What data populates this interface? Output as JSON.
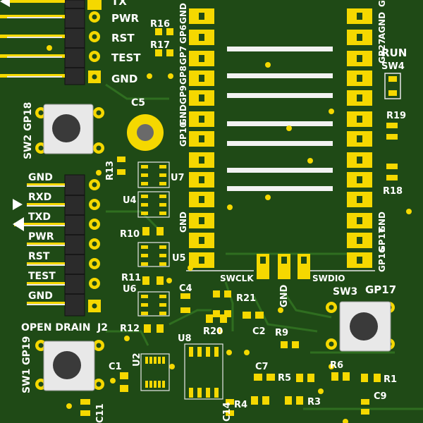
{
  "header_left": {
    "title_partial": "TX",
    "pins": [
      "PWR",
      "RST",
      "TEST",
      "GND"
    ]
  },
  "header_uart": {
    "pins": [
      "GND",
      "RXD",
      "TXD",
      "PWR",
      "RST",
      "TEST",
      "GND"
    ],
    "label": "J2",
    "open_drain_label": "OPEN DRAIN"
  },
  "switches": {
    "sw2": "SW2 GP18",
    "sw1": "SW1 GP19",
    "sw3": "SW3",
    "sw3_gpio": "GP17",
    "sw4": "SW4",
    "run": "RUN"
  },
  "pico_left_pins": [
    "GND",
    "GP6",
    "GP7",
    "GP8",
    "GP9",
    "GND",
    "GP10",
    "",
    "",
    "",
    "GND",
    "",
    ""
  ],
  "pico_right_pins": [
    "GND",
    "AGND",
    "GP27",
    "",
    "",
    "",
    "",
    "",
    "",
    "",
    "GND",
    "GP17",
    "GP16"
  ],
  "debug_header": {
    "swclk": "SWCLK",
    "gnd": "GND",
    "swdio": "SWDIO"
  },
  "components": {
    "R16": "R16",
    "R17": "R17",
    "C5": "C5",
    "R13": "R13",
    "U7": "U7",
    "U4": "U4",
    "R10": "R10",
    "U5": "U5",
    "R11": "R11",
    "U6": "U6",
    "C4": "C4",
    "R21": "R21",
    "R12": "R12",
    "R20": "R20",
    "C2": "C2",
    "R9": "R9",
    "U8": "U8",
    "U2": "U2",
    "C1": "C1",
    "C7": "C7",
    "R5": "R5",
    "R6": "R6",
    "R1": "R1",
    "C9": "C9",
    "R4": "R4",
    "R3": "R3",
    "C14": "C14",
    "C11": "C11",
    "R19": "R19",
    "R18": "R18"
  },
  "colors": {
    "board": "#1f4a16",
    "copper": "#2e6b1f",
    "pad": "#f5d800",
    "silk": "#ffffff"
  }
}
